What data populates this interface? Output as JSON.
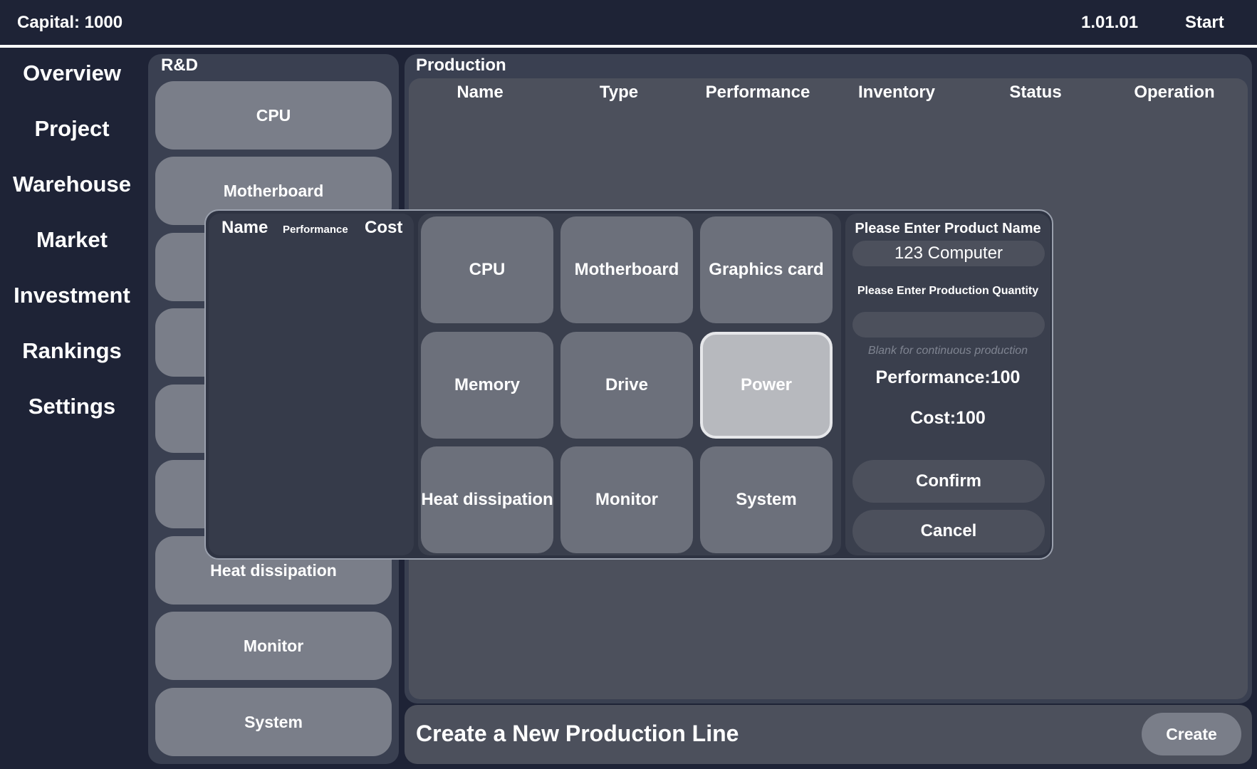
{
  "topbar": {
    "capital": "Capital: 1000",
    "version": "1.01.01",
    "start_label": "Start"
  },
  "nav": {
    "items": [
      "Overview",
      "Project",
      "Warehouse",
      "Market",
      "Investment",
      "Rankings",
      "Settings"
    ]
  },
  "rd": {
    "title": "R&D",
    "items": [
      "CPU",
      "Motherboard",
      "",
      "",
      "",
      "",
      "Heat dissipation",
      "Monitor",
      "System"
    ]
  },
  "production": {
    "title": "Production",
    "columns": [
      "Name",
      "Type",
      "Performance",
      "Inventory",
      "Status",
      "Operation"
    ],
    "create_title": "Create a New Production Line",
    "create_label": "Create"
  },
  "modal": {
    "list_headers": {
      "name": "Name",
      "performance": "Performance",
      "cost": "Cost"
    },
    "categories": [
      "CPU",
      "Motherboard",
      "Graphics card",
      "Memory",
      "Drive",
      "Power",
      "Heat dissipation",
      "Monitor",
      "System"
    ],
    "selected_category": "Power",
    "form": {
      "name_label": "Please Enter Product Name",
      "name_value": "123 Computer",
      "qty_label": "Please Enter Production Quantity",
      "qty_value": "",
      "qty_hint": "Blank for continuous production",
      "performance": "Performance:100",
      "cost": "Cost:100",
      "confirm_label": "Confirm",
      "cancel_label": "Cancel"
    }
  }
}
